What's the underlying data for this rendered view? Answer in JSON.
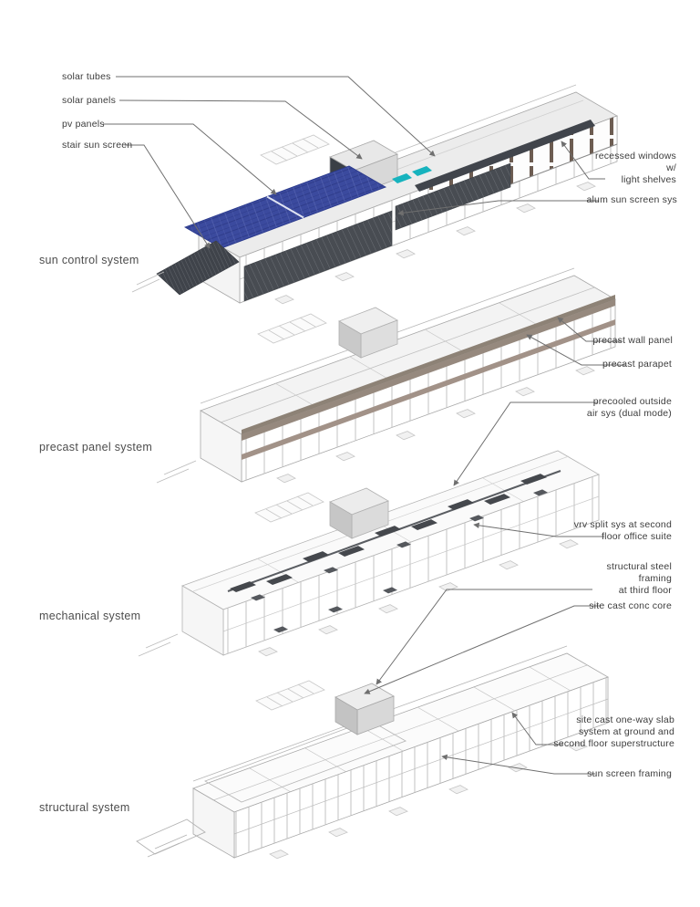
{
  "document": {
    "kind": "architectural systems axonometric diagram",
    "background": "#ffffff"
  },
  "colors": {
    "pv_blue": "#3b4a9e",
    "pv_grid_dark": "#2a3784",
    "screen_dark": "#484c52",
    "teal_accent": "#17b3be",
    "precast_band": "#96897e",
    "duct_dark": "#45484d",
    "leader_line": "#6f6f6f",
    "text": "#3c3c3c",
    "wireframe": "#aaaaaa"
  },
  "sections": [
    {
      "title": "sun control system",
      "callouts": [
        {
          "side": "left",
          "lines": [
            "solar tubes"
          ]
        },
        {
          "side": "left",
          "lines": [
            "solar panels"
          ]
        },
        {
          "side": "left",
          "lines": [
            "pv panels"
          ]
        },
        {
          "side": "left",
          "lines": [
            "stair sun screen"
          ]
        },
        {
          "side": "right",
          "lines": [
            "recessed windows",
            "w/",
            "light shelves"
          ]
        },
        {
          "side": "right",
          "lines": [
            "alum sun screen sys"
          ]
        }
      ]
    },
    {
      "title": "precast panel system",
      "callouts": [
        {
          "side": "right",
          "lines": [
            "precast wall panel"
          ]
        },
        {
          "side": "right",
          "lines": [
            "precast parapet"
          ]
        },
        {
          "side": "right",
          "lines": [
            "precooled outside",
            "air sys (dual mode)"
          ]
        }
      ]
    },
    {
      "title": "mechanical system",
      "callouts": [
        {
          "side": "right",
          "lines": [
            "vrv split sys at second",
            "floor office suite"
          ]
        },
        {
          "side": "right",
          "lines": [
            "structural steel",
            "framing",
            "at third floor"
          ]
        },
        {
          "side": "right",
          "lines": [
            "site cast conc core"
          ]
        }
      ]
    },
    {
      "title": "structural system",
      "callouts": [
        {
          "side": "right",
          "lines": [
            "site cast one-way slab",
            "system at ground and",
            "second floor superstructure"
          ]
        },
        {
          "side": "right",
          "lines": [
            "sun screen framing"
          ]
        }
      ]
    }
  ]
}
